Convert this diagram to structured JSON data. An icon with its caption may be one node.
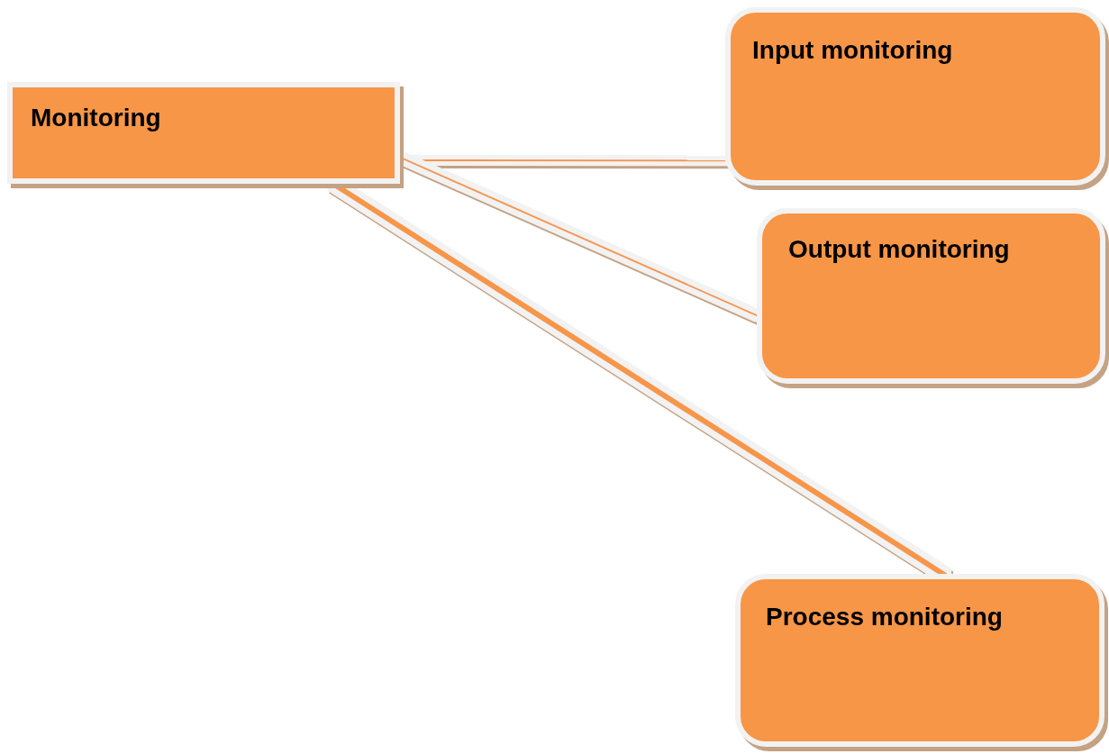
{
  "diagram": {
    "nodes": [
      {
        "text": [
          "Monitoring"
        ]
      },
      {
        "text": [
          "Input monitoring"
        ]
      },
      {
        "text": [
          "Output monitoring"
        ]
      },
      {
        "text": [
          "Process monitoring"
        ]
      }
    ],
    "edges": [
      {
        "from": 0,
        "to": 1,
        "arrow": "none"
      },
      {
        "from": 0,
        "to": 2,
        "arrow": "none"
      },
      {
        "from": 0,
        "to": 3,
        "arrow": "none",
        "style": "thick"
      }
    ]
  }
}
